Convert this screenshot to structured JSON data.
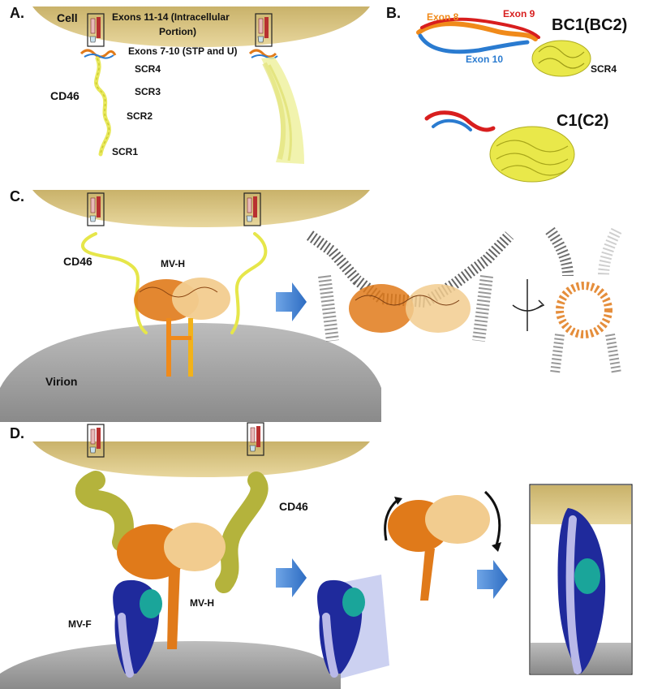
{
  "panels": {
    "a": "A.",
    "b": "B.",
    "c": "C.",
    "d": "D."
  },
  "panel_a": {
    "cell": "Cell",
    "exons_11_14_line1": "Exons 11-14 (Intracellular",
    "exons_11_14_line2": "Portion)",
    "exons_7_10": "Exons 7-10 (STP and U)",
    "cd46": "CD46",
    "scr4": "SCR4",
    "scr3": "SCR3",
    "scr2": "SCR2",
    "scr1": "SCR1"
  },
  "panel_b": {
    "exon8": "Exon 8",
    "exon9": "Exon 9",
    "exon10": "Exon 10",
    "bc1": "BC1(BC2)",
    "scr4": "SCR4",
    "c1": "C1(C2)"
  },
  "panel_c": {
    "cd46": "CD46",
    "mvh": "MV-H",
    "virion": "Virion"
  },
  "panel_d": {
    "cd46": "CD46",
    "mvf": "MV-F",
    "mvh": "MV-H"
  },
  "colors": {
    "membrane": "#d8c27e",
    "virion": "#a8a8a8",
    "cd46_ribbon": "#e6e64a",
    "cd46_surface": "#b4b33c",
    "mvh_dark": "#e07a1a",
    "mvh_light": "#f2cc8f",
    "mvf_dark": "#1f2a9c",
    "mvf_teal": "#1aa59a",
    "mvf_light": "#b9b9e8",
    "arrow": "#3c7fd0",
    "exon8": "#f08a1a",
    "exon9": "#d81e1e",
    "exon10": "#2a7bd0"
  }
}
